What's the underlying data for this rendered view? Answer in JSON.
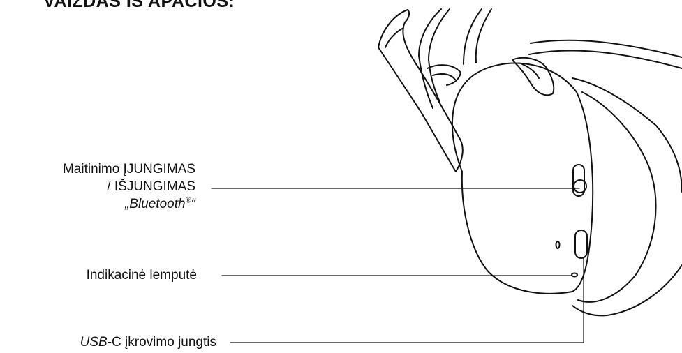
{
  "heading": "VAIZDAS IŠ APAČIOS:",
  "labels": {
    "power": {
      "line1": "Maitinimo ĮJUNGIMAS",
      "line2": "/ IŠJUNGIMAS",
      "bluetooth_open": "„Bluetooth",
      "bluetooth_reg": "®",
      "bluetooth_close": "“"
    },
    "indicator": "Indikacinė lemputė",
    "usb": {
      "usb_italic": "USB",
      "rest": "-C įkrovimo jungtis"
    }
  },
  "colors": {
    "line": "#111111",
    "background": "#ffffff"
  }
}
